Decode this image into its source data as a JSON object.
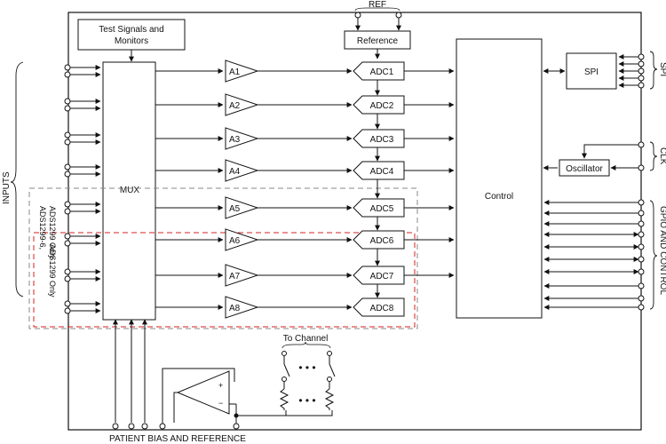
{
  "labels": {
    "ref": "REF",
    "test_signals_line1": "Test Signals and",
    "test_signals_line2": "Monitors",
    "reference": "Reference",
    "mux": "MUX",
    "control": "Control",
    "spi_block": "SPI",
    "spi_side": "SPI",
    "oscillator": "Oscillator",
    "clk": "CLK",
    "gpio": "GPIO AND CONTROL",
    "inputs": "INPUTS",
    "ads_6_8_line1": "ADS1299-6,",
    "ads_6_8_line2": "ADS1299 Only",
    "ads_8_only": "ADS1299 Only",
    "to_channel": "To Channel",
    "patient_bias": "PATIENT BIAS AND REFERENCE",
    "opamp_plus": "+",
    "opamp_minus": "−"
  },
  "amplifiers": [
    "A1",
    "A2",
    "A3",
    "A4",
    "A5",
    "A6",
    "A7",
    "A8"
  ],
  "adcs": [
    "ADC1",
    "ADC2",
    "ADC3",
    "ADC4",
    "ADC5",
    "ADC6",
    "ADC7",
    "ADC8"
  ],
  "colors": {
    "line": "#111111",
    "gray_dashed_region": "#888888",
    "red_dashed_region": "#d42020"
  }
}
